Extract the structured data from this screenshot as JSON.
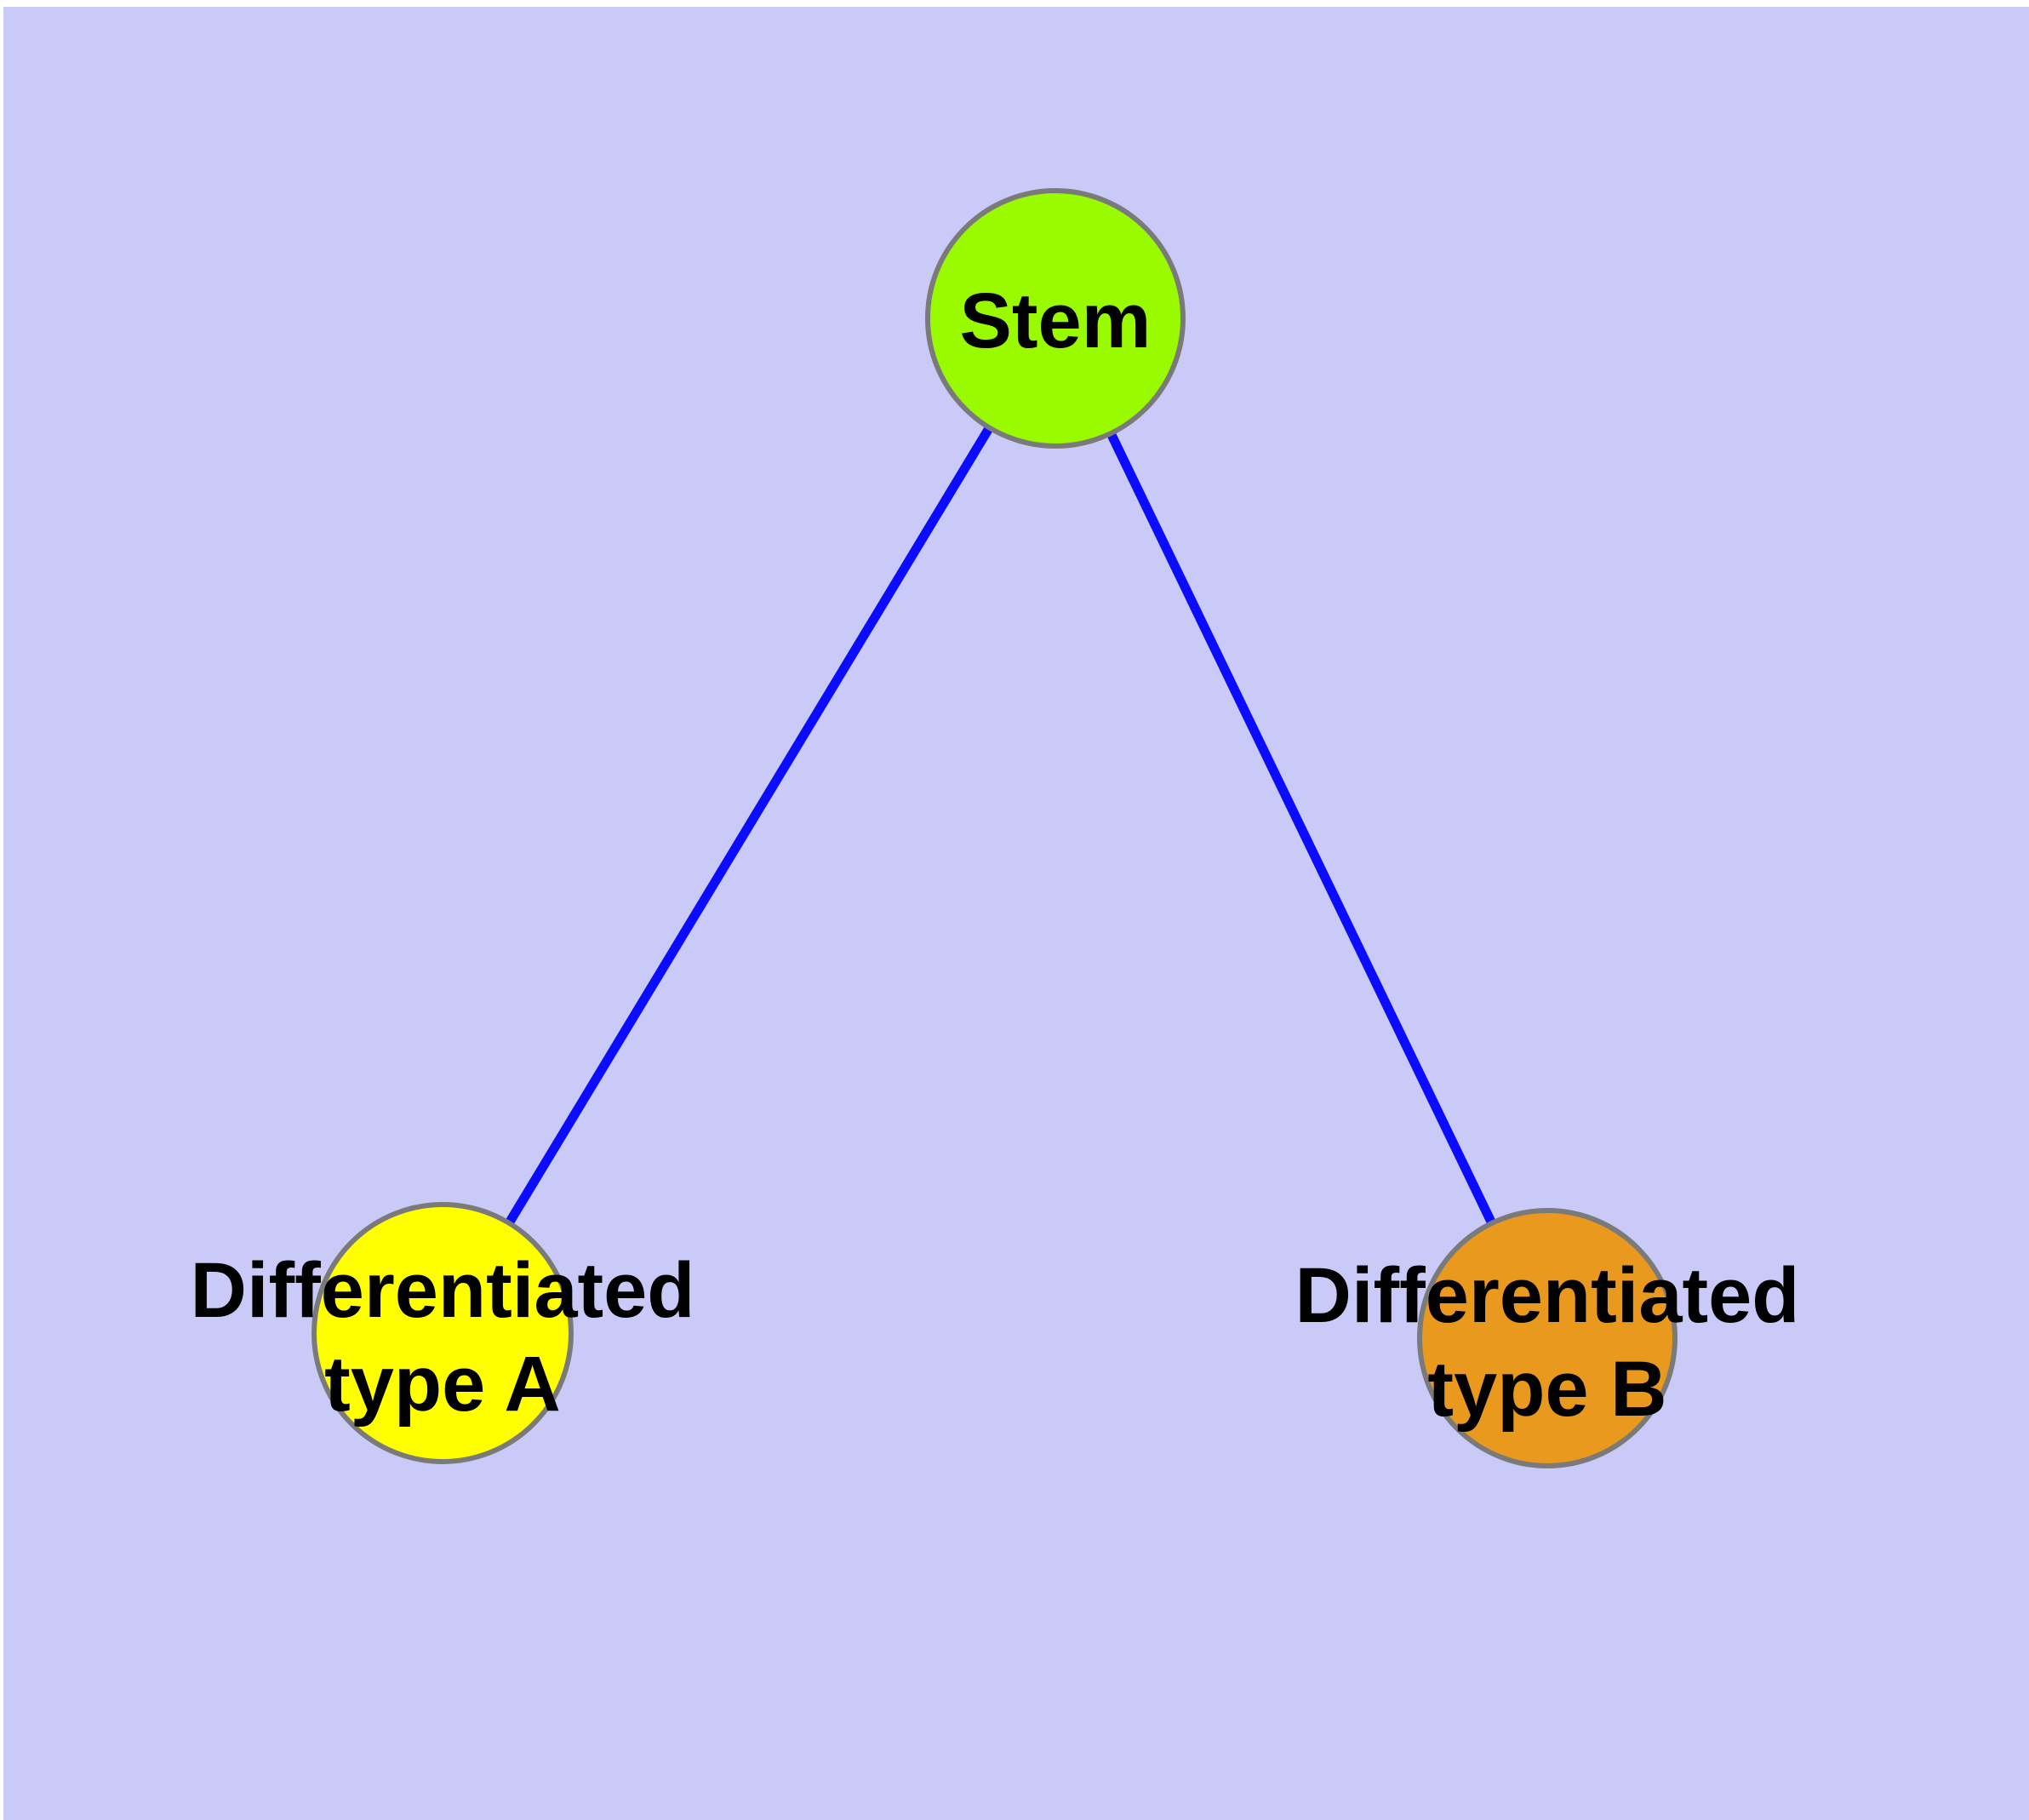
{
  "canvas": {
    "background": "#CACAF8",
    "margin_color": "#FFFFFF"
  },
  "style": {
    "edge_color": "#0B0BFF",
    "node_stroke_color": "#7A7A7A",
    "label_color": "#000000"
  },
  "nodes": [
    {
      "id": "stem",
      "label_lines": [
        "Stem"
      ],
      "fill": "#9AFA00"
    },
    {
      "id": "differentiated-type-a",
      "label_lines": [
        "Differentiated",
        "type A"
      ],
      "fill": "#FFFF00"
    },
    {
      "id": "differentiated-type-b",
      "label_lines": [
        "Differentiated",
        "type B"
      ],
      "fill": "#E8991E"
    }
  ],
  "edges": [
    {
      "from": "stem",
      "to": "differentiated-type-a"
    },
    {
      "from": "stem",
      "to": "differentiated-type-b"
    }
  ]
}
